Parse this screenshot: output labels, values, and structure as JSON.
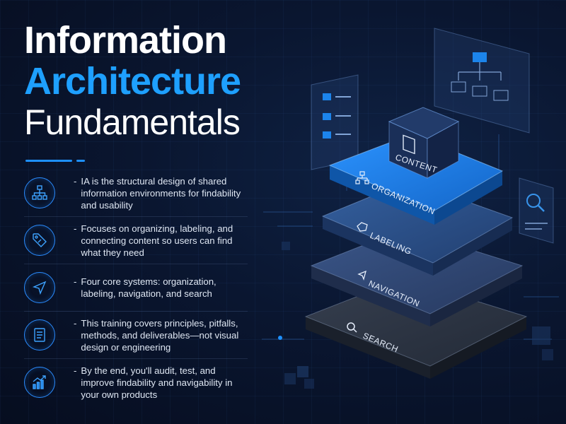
{
  "title": {
    "line1": "Information",
    "line2": "Architecture",
    "line3": "Fundamentals"
  },
  "colors": {
    "accent": "#1ea0ff",
    "background": "#0a1630",
    "organization_layer": "#1f7fe6",
    "labeling_layer": "#2a4f8a",
    "navigation_layer": "#2f4677",
    "search_layer": "#2a3240"
  },
  "bullets": [
    {
      "icon": "sitemap-icon",
      "text": "IA is the structural design of shared information environments for findability and usability"
    },
    {
      "icon": "tag-icon",
      "text": "Focuses on organizing, labeling, and connecting content so users can find what they need"
    },
    {
      "icon": "navigation-arrow-icon",
      "text": "Four core systems: organization, labeling, navigation, and search"
    },
    {
      "icon": "document-icon",
      "text": "This training covers principles, pitfalls, methods, and deliverables—not visual design or engineering"
    },
    {
      "icon": "growth-chart-icon",
      "text": "By the end, you'll audit, test, and improve findability and navigability in your own products"
    }
  ],
  "stack": {
    "content_label": "CONTENT",
    "layers": [
      {
        "label": "ORGANIZATION",
        "icon": "sitemap-icon"
      },
      {
        "label": "LABELING",
        "icon": "tag-icon"
      },
      {
        "label": "NAVIGATION",
        "icon": "navigation-arrow-icon"
      },
      {
        "label": "SEARCH",
        "icon": "search-icon"
      }
    ]
  }
}
